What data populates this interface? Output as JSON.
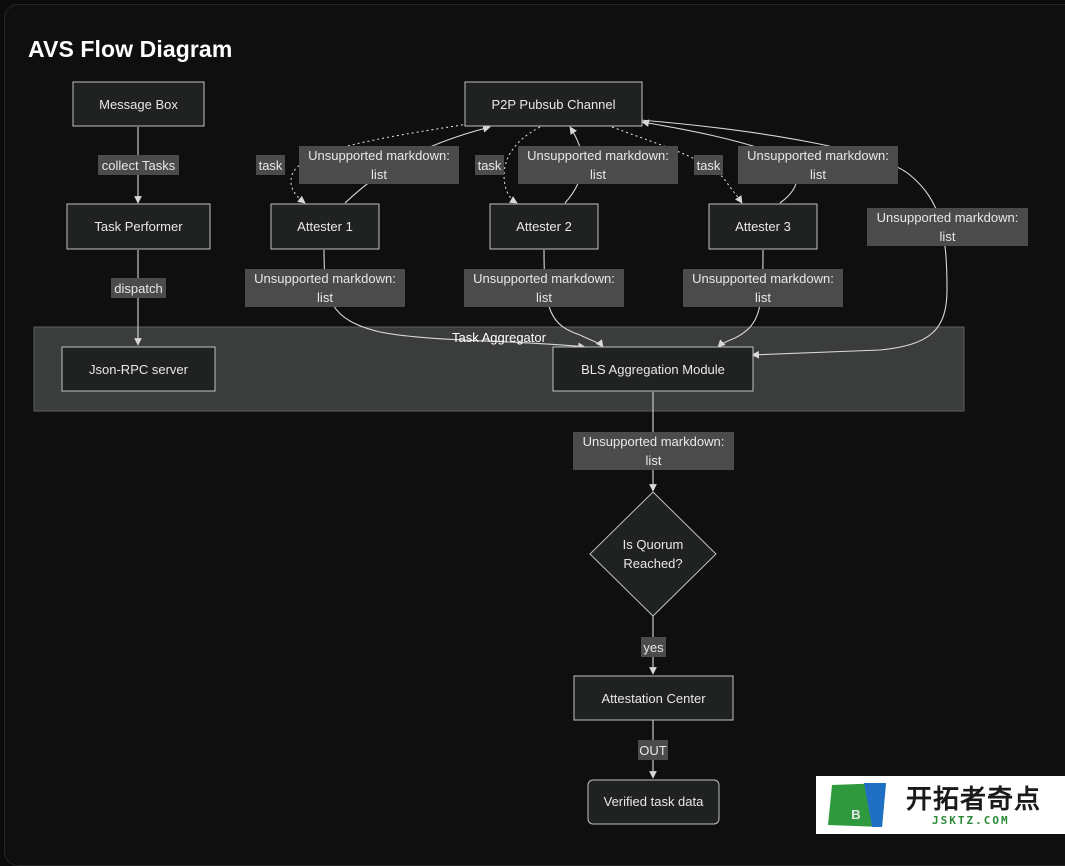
{
  "title": "AVS Flow Diagram",
  "cluster": {
    "label": "Task Aggregator"
  },
  "nodes": {
    "message_box": "Message Box",
    "p2p": "P2P Pubsub Channel",
    "task_performer": "Task Performer",
    "attester1": "Attester 1",
    "attester2": "Attester 2",
    "attester3": "Attester 3",
    "json_rpc": "Json-RPC server",
    "bls": "BLS Aggregation Module",
    "quorum": [
      "Is Quorum",
      "Reached?"
    ],
    "attestation_center": "Attestation Center",
    "verified": "Verified task data"
  },
  "edge_labels": {
    "collect_tasks": "collect Tasks",
    "dispatch": "dispatch",
    "task": "task",
    "unsupported_line1": "Unsupported markdown:",
    "unsupported_line2": "list",
    "yes": "yes",
    "out": "OUT"
  },
  "watermark": {
    "logo_letter": "B",
    "name": "开拓者奇点",
    "domain": "JSKTZ.COM"
  }
}
